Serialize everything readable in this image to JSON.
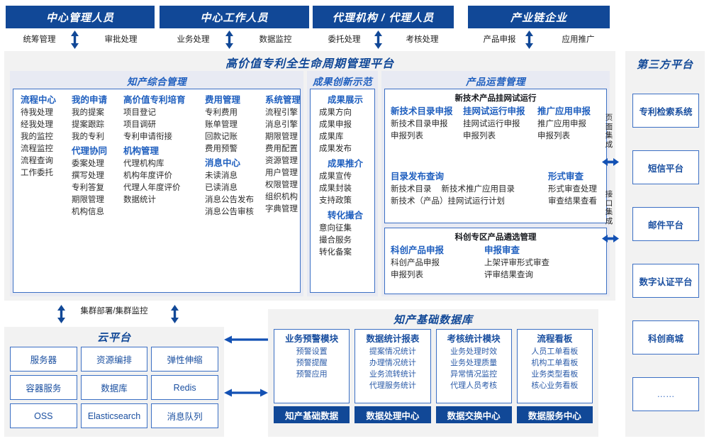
{
  "roles": [
    {
      "title": "中心管理人员",
      "left": "统筹管理",
      "right": "审批处理"
    },
    {
      "title": "中心工作人员",
      "left": "业务处理",
      "right": "数据监控"
    },
    {
      "title": "代理机构 / 代理人员",
      "left": "委托处理",
      "right": "考核处理"
    },
    {
      "title": "产业链企业",
      "left": "产品申报",
      "right": "应用推广"
    }
  ],
  "platform": {
    "title": "高价值专利全生命周期管理平台",
    "groups": {
      "ip_mgmt": {
        "title": "知产综合管理",
        "columns": [
          {
            "blocks": [
              {
                "head": "流程中心",
                "items": [
                  "待我处理",
                  "经我处理",
                  "我的监控",
                  "流程监控",
                  "流程查询",
                  "工作委托"
                ]
              }
            ]
          },
          {
            "blocks": [
              {
                "head": "我的申请",
                "items": [
                  "我的提案",
                  "提案跟踪",
                  "我的专利"
                ]
              },
              {
                "head": "代理协同",
                "items": [
                  "委案处理",
                  "撰写处理",
                  "专利答复",
                  "期限管理",
                  "机构信息"
                ]
              }
            ]
          },
          {
            "blocks": [
              {
                "head": "高价值专利培育",
                "items": [
                  "项目登记",
                  "项目调研",
                  "专利申请衔接"
                ]
              },
              {
                "head": "机构管理",
                "items": [
                  "代理机构库",
                  "机构年度评价",
                  "代理人年度评价",
                  "数据统计"
                ]
              }
            ]
          },
          {
            "blocks": [
              {
                "head": "费用管理",
                "items": [
                  "专利费用",
                  "账单管理",
                  "回款记账",
                  "费用预警"
                ]
              },
              {
                "head": "消息中心",
                "items": [
                  "未读消息",
                  "已读消息",
                  "消息公告发布",
                  "消息公告审核"
                ]
              }
            ]
          },
          {
            "blocks": [
              {
                "head": "系统管理",
                "items": [
                  "流程引擎",
                  "消息引擎",
                  "期限管理",
                  "费用配置",
                  "资源管理",
                  "用户管理",
                  "权限管理",
                  "组织机构",
                  "字典管理"
                ]
              }
            ]
          }
        ]
      },
      "achievement": {
        "title": "成果创新示范",
        "blocks": [
          {
            "head": "成果展示",
            "items": [
              "成果方向",
              "成果申报",
              "成果库",
              "成果发布"
            ]
          },
          {
            "head": "成果推介",
            "items": [
              "成果宣传",
              "成果封装",
              "支持政策"
            ]
          },
          {
            "head": "转化撮合",
            "items": [
              "意向征集",
              "撮合服务",
              "转化备案"
            ]
          }
        ]
      },
      "product_ops": {
        "title": "产品运营管理",
        "sub1": {
          "title": "新技术产品挂网试运行",
          "row1": [
            {
              "head": "新技术目录申报",
              "items": [
                "新技术目录申报",
                "申报列表"
              ]
            },
            {
              "head": "挂网试运行申报",
              "items": [
                "挂网试运行申报",
                "申报列表"
              ]
            },
            {
              "head": "推广应用申报",
              "items": [
                "推广应用申报",
                "申报列表"
              ]
            }
          ],
          "row2_left_head": "目录发布查询",
          "row2_left_items": [
            "新技术目录",
            "新技术推广应用目录",
            "新技术（产品）挂网试运行计划"
          ],
          "row2_right_head": "形式审查",
          "row2_right_items": [
            "形式审查处理",
            "审查结果查看"
          ]
        },
        "sub2": {
          "title": "科创专区产品遴选管理",
          "cols": [
            {
              "head": "科创产品申报",
              "items": [
                "科创产品申报",
                "申报列表"
              ]
            },
            {
              "head": "申报审查",
              "items": [
                "上架评审形式审查",
                "评审结果查询"
              ]
            }
          ]
        }
      }
    }
  },
  "integration": {
    "page": "页面集成",
    "api": "接口集成"
  },
  "third_party": {
    "title": "第三方平台",
    "items": [
      "专利检索系统",
      "短信平台",
      "邮件平台",
      "数字认证平台",
      "科创商城",
      "……"
    ]
  },
  "cloud": {
    "cluster_label": "集群部署/集群监控",
    "title": "云平台",
    "cells": [
      "服务器",
      "资源编排",
      "弹性伸缩",
      "容器服务",
      "数据库",
      "Redis",
      "OSS",
      "Elasticsearch",
      "消息队列"
    ]
  },
  "database": {
    "title": "知产基础数据库",
    "columns": [
      {
        "head": "业务预警模块",
        "items": [
          "预警设置",
          "预警提醒",
          "预警应用"
        ],
        "foot": "知产基础数据"
      },
      {
        "head": "数据统计报表",
        "items": [
          "提案情况统计",
          "办理情况统计",
          "业务流转统计",
          "代理服务统计"
        ],
        "foot": "数据处理中心"
      },
      {
        "head": "考核统计模块",
        "items": [
          "业务处理时效",
          "业务处理质量",
          "异常情况监控",
          "代理人员考核"
        ],
        "foot": "数据交换中心"
      },
      {
        "head": "流程看板",
        "items": [
          "人员工单看板",
          "机构工单看板",
          "业务类型看板",
          "核心业务看板"
        ],
        "foot": "数据服务中心"
      }
    ]
  },
  "colors": {
    "brand": "#114897",
    "accent": "#1f5fbf",
    "panel_bg": "#f2f2f2",
    "group_bg": "#e8eaf3",
    "border": "#3b6fc4"
  }
}
